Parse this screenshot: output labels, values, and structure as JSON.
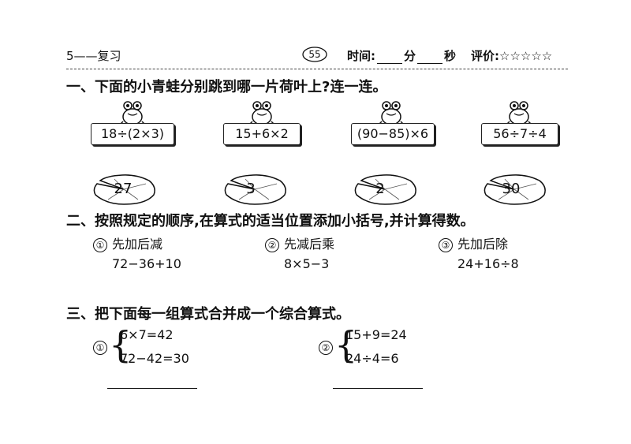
{
  "header": {
    "left": "5——复习",
    "page_number": "55",
    "time_label": "时间:",
    "minute_unit": "分",
    "second_unit": "秒",
    "rating_label": "评价:",
    "stars": "☆☆☆☆☆"
  },
  "section1": {
    "title": "一、下面的小青蛙分别跳到哪一片荷叶上?连一连。",
    "expressions": [
      "18÷(2×3)",
      "15+6×2",
      "(90−85)×6",
      "56÷7÷4"
    ],
    "lily_pads": [
      "27",
      "3",
      "2",
      "30"
    ]
  },
  "section2": {
    "title": "二、按照规定的顺序,在算式的适当位置添加小括号,并计算得数。",
    "items": [
      {
        "num": "①",
        "rule": "先加后减",
        "expr": "72−36+10"
      },
      {
        "num": "②",
        "rule": "先减后乘",
        "expr": "8×5−3"
      },
      {
        "num": "③",
        "rule": "先加后除",
        "expr": "24+16÷8"
      }
    ]
  },
  "section3": {
    "title": "三、把下面每一组算式合并成一个综合算式。",
    "groups": [
      {
        "num": "①",
        "lines": [
          "6×7=42",
          "72−42=30"
        ]
      },
      {
        "num": "②",
        "lines": [
          "15+9=24",
          "24÷4=6"
        ]
      }
    ]
  },
  "colors": {
    "ink": "#111111",
    "lily_fill": "#ffffff"
  }
}
